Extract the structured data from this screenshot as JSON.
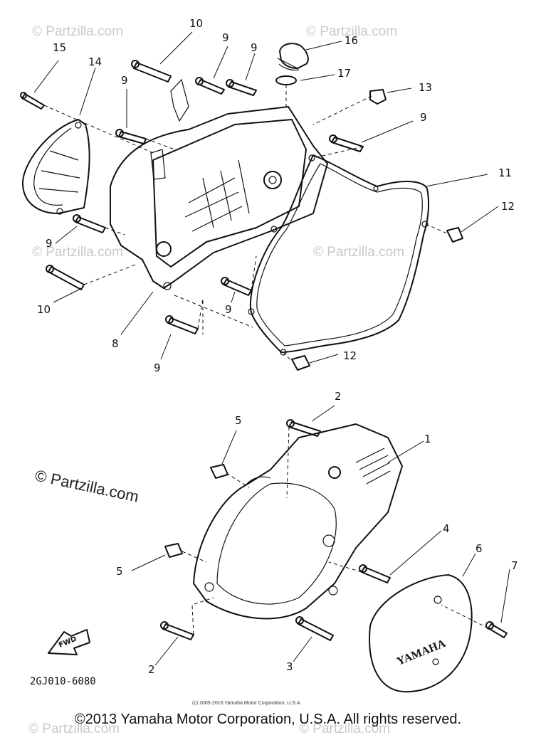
{
  "watermark": {
    "text": "© Partzilla.com",
    "main_text": "© Partzilla.com"
  },
  "diagram": {
    "code": "2GJ010-6080",
    "fwd_label": "FWD",
    "cover_brand": "YAMAHA",
    "small_copyright": "(c) 2005-2016 Yamaha Motor Corporation, U.S.A."
  },
  "callouts": {
    "c1": "1",
    "c2a": "2",
    "c2b": "2",
    "c3": "3",
    "c4": "4",
    "c5a": "5",
    "c5b": "5",
    "c6": "6",
    "c7": "7",
    "c8": "8",
    "c9a": "9",
    "c9b": "9",
    "c9c": "9",
    "c9d": "9",
    "c9e": "9",
    "c9f": "9",
    "c9g": "9",
    "c10a": "10",
    "c10b": "10",
    "c11": "11",
    "c12a": "12",
    "c12b": "12",
    "c13": "13",
    "c14": "14",
    "c15": "15",
    "c16": "16",
    "c17": "17"
  },
  "footer": {
    "copyright": "©2013 Yamaha Motor Corporation, U.S.A. All rights reserved."
  }
}
